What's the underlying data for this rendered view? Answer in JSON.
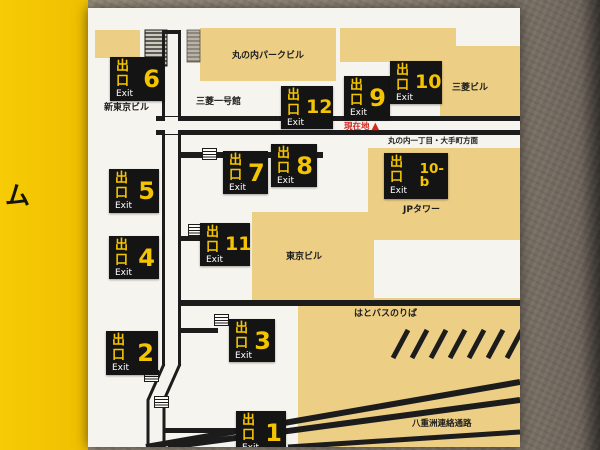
{
  "side_text": "ム",
  "exit_sign": {
    "jp": "出口",
    "en": "Exit"
  },
  "exits": [
    {
      "num": "6"
    },
    {
      "num": "12"
    },
    {
      "num": "9"
    },
    {
      "num": "10"
    },
    {
      "num": "5"
    },
    {
      "num": "7"
    },
    {
      "num": "8"
    },
    {
      "num": "10-b"
    },
    {
      "num": "4"
    },
    {
      "num": "11"
    },
    {
      "num": "3"
    },
    {
      "num": "2"
    },
    {
      "num": "1"
    }
  ],
  "labels": {
    "marunouchi_park_bldg": "丸の内パークビル",
    "mitsubishi_ichigokan": "三菱一号館",
    "mitsubishi_bldg": "三菱ビル",
    "shin_tokyo_bldg": "新東京ビル",
    "jp_tower": "JPタワー",
    "tokyo_bldg": "東京ビル",
    "hato_bus_stop": "はとバスのりば",
    "yaesu_passage": "八重洲連絡通路",
    "direction": "丸の内一丁目・大手町方面",
    "current_location": "現在地",
    "current_location_marker": "▲"
  },
  "colors": {
    "sign_yellow": "#f2c400",
    "building_tan": "#ecce84",
    "road_black": "#1c1c1c",
    "exit_box_black": "#141414",
    "exit_text_yellow": "#f5c400",
    "current_location_red": "#d3291e"
  }
}
